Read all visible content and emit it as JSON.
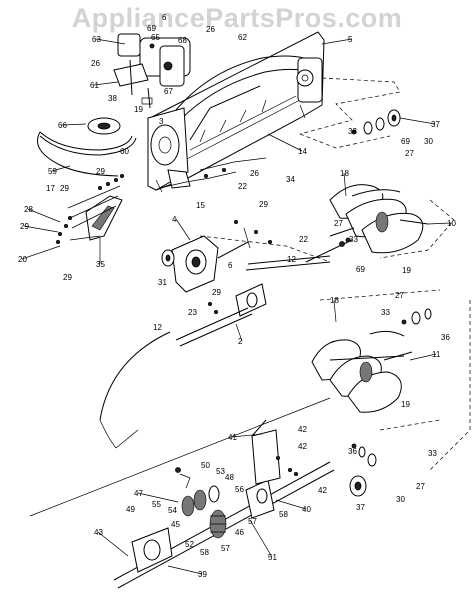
{
  "watermark": "AppliancePartsPros.com",
  "callouts": [
    {
      "id": "c6",
      "text": "6"
    },
    {
      "id": "c69a",
      "text": "69"
    },
    {
      "id": "c65",
      "text": "65"
    },
    {
      "id": "c63",
      "text": "63"
    },
    {
      "id": "c26a",
      "text": "26"
    },
    {
      "id": "c68",
      "text": "68"
    },
    {
      "id": "c62",
      "text": "62"
    },
    {
      "id": "c5",
      "text": "5"
    },
    {
      "id": "c26b",
      "text": "26"
    },
    {
      "id": "c61",
      "text": "61"
    },
    {
      "id": "c38",
      "text": "38"
    },
    {
      "id": "c67",
      "text": "67"
    },
    {
      "id": "c66",
      "text": "66"
    },
    {
      "id": "c19a",
      "text": "19"
    },
    {
      "id": "c3",
      "text": "3"
    },
    {
      "id": "c60",
      "text": "60"
    },
    {
      "id": "c59",
      "text": "59"
    },
    {
      "id": "c14",
      "text": "14"
    },
    {
      "id": "c34",
      "text": "34"
    },
    {
      "id": "c26c",
      "text": "26"
    },
    {
      "id": "c15",
      "text": "15"
    },
    {
      "id": "c29a",
      "text": "29"
    },
    {
      "id": "c17",
      "text": "17"
    },
    {
      "id": "c29b",
      "text": "29"
    },
    {
      "id": "c28",
      "text": "28"
    },
    {
      "id": "c29c",
      "text": "29"
    },
    {
      "id": "c20",
      "text": "20"
    },
    {
      "id": "c35",
      "text": "35"
    },
    {
      "id": "c29d",
      "text": "29"
    },
    {
      "id": "c33a",
      "text": "33"
    },
    {
      "id": "c69b",
      "text": "69"
    },
    {
      "id": "c30a",
      "text": "30"
    },
    {
      "id": "c37a",
      "text": "37"
    },
    {
      "id": "c27a",
      "text": "27"
    },
    {
      "id": "c18a",
      "text": "18"
    },
    {
      "id": "c10",
      "text": "10"
    },
    {
      "id": "c22a",
      "text": "22"
    },
    {
      "id": "c29e",
      "text": "29"
    },
    {
      "id": "c22b",
      "text": "22"
    },
    {
      "id": "c4",
      "text": "4"
    },
    {
      "id": "c27b",
      "text": "27"
    },
    {
      "id": "c33b",
      "text": "33"
    },
    {
      "id": "c69c",
      "text": "69"
    },
    {
      "id": "c19b",
      "text": "19"
    },
    {
      "id": "c6b",
      "text": "6"
    },
    {
      "id": "c12a",
      "text": "12"
    },
    {
      "id": "c31",
      "text": "31"
    },
    {
      "id": "c23",
      "text": "23"
    },
    {
      "id": "c29f",
      "text": "29"
    },
    {
      "id": "c12b",
      "text": "12"
    },
    {
      "id": "c2",
      "text": "2"
    },
    {
      "id": "c18b",
      "text": "18"
    },
    {
      "id": "c27c",
      "text": "27"
    },
    {
      "id": "c33c",
      "text": "33"
    },
    {
      "id": "c36a",
      "text": "36"
    },
    {
      "id": "c11",
      "text": "11"
    },
    {
      "id": "c19c",
      "text": "19"
    },
    {
      "id": "c41",
      "text": "41"
    },
    {
      "id": "c42a",
      "text": "42"
    },
    {
      "id": "c42b",
      "text": "42"
    },
    {
      "id": "c50",
      "text": "50"
    },
    {
      "id": "c53",
      "text": "53"
    },
    {
      "id": "c48",
      "text": "48"
    },
    {
      "id": "c47",
      "text": "47"
    },
    {
      "id": "c56",
      "text": "56"
    },
    {
      "id": "c55",
      "text": "55"
    },
    {
      "id": "c54",
      "text": "54"
    },
    {
      "id": "c49",
      "text": "49"
    },
    {
      "id": "c45",
      "text": "45"
    },
    {
      "id": "c46",
      "text": "46"
    },
    {
      "id": "c57a",
      "text": "57"
    },
    {
      "id": "c58a",
      "text": "58"
    },
    {
      "id": "c40",
      "text": "40"
    },
    {
      "id": "c42c",
      "text": "42"
    },
    {
      "id": "c43",
      "text": "43"
    },
    {
      "id": "c52",
      "text": "52"
    },
    {
      "id": "c58b",
      "text": "58"
    },
    {
      "id": "c57b",
      "text": "57"
    },
    {
      "id": "c51",
      "text": "51"
    },
    {
      "id": "c39",
      "text": "39"
    },
    {
      "id": "c36b",
      "text": "36"
    },
    {
      "id": "c33d",
      "text": "33"
    },
    {
      "id": "c27d",
      "text": "27"
    },
    {
      "id": "c30b",
      "text": "30"
    },
    {
      "id": "c37b",
      "text": "37"
    }
  ]
}
